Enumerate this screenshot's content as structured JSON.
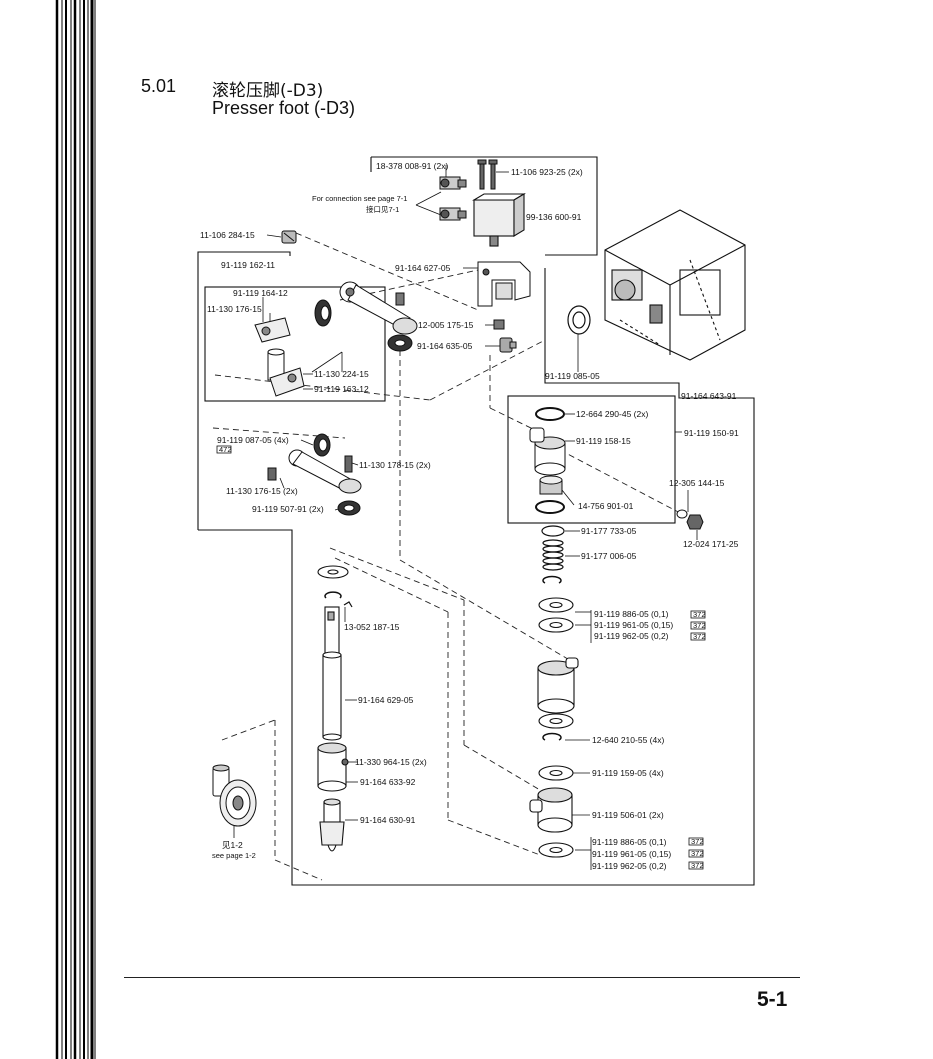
{
  "header": {
    "section_number": "5.01",
    "title_cn": "滚轮压脚(-D3)",
    "title_en": "Presser foot (-D3)"
  },
  "diagram": {
    "labels": {
      "p18_378": "18-378 008-91 (2x)",
      "p11_106a": "11-106 923-25 (2x)",
      "conn_en": "For connection see page 7-1",
      "conn_cn": "接口见7-1",
      "p99_136": "99-136 600-91",
      "p11_106b": "11-106 284-15",
      "p91_164_627": "91-164 627-05",
      "p91_119_162": "91-119 162-11",
      "p91_119_164": "91-119 164-12",
      "p11_130_176a": "11-130 176-15",
      "p12_005": "12-005 175-15",
      "p91_164_635": "91-164 635-05",
      "p11_130_224": "11-130 224-15",
      "p91_119_163": "91-119 163-12",
      "p91_119_085": "91-119 085-05",
      "p91_164_643": "91-164 643-91",
      "p12_664": "12-664 290-45 (2x)",
      "p91_119_158": "91-119 158-15",
      "p91_119_150": "91-119 150-91",
      "p12_305": "12-305 144-15",
      "p14_756": "14-756 901-01",
      "p12_024": "12-024 171-25",
      "p91_119_087": "91-119 087-05 (4x)",
      "p11_130_178": "11-130 178-15 (2x)",
      "p11_130_176b": "11-130 176-15 (2x)",
      "p91_119_507": "91-119 507-91 (2x)",
      "p91_177_733": "91-177 733-05",
      "p91_177_006": "91-177 006-05",
      "p13_052": "13-052 187-15",
      "shim_a1": "91-119 886-05 (0,1)",
      "shim_a2": "91-119 961-05 (0,15)",
      "shim_a3": "91-119 962-05 (0,2)",
      "p91_164_629": "91-164 629-05",
      "p12_640": "12-640 210-55 (4x)",
      "p11_330": "11-330 964-15 (2x)",
      "p91_164_633": "91-164 633-92",
      "p91_119_159": "91-119 159-05 (4x)",
      "p91_119_506": "91-119 506-01 (2x)",
      "p91_164_630": "91-164 630-91",
      "shim_b1": "91-119 886-05 (0,1)",
      "shim_b2": "91-119 961-05 (0,15)",
      "shim_b3": "91-119 962-05 (0,2)",
      "see_cn": "见1-2",
      "see_en": "see page 1-2",
      "badge_472": "472",
      "badge_372": "372"
    }
  },
  "footer": {
    "page_number": "5-1"
  }
}
